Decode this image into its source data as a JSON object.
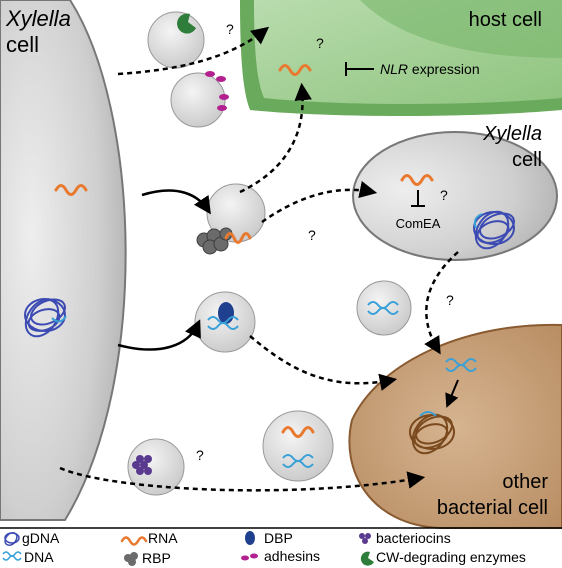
{
  "labels": {
    "xylella_left_italic": "Xylella",
    "xylella_left_cell": "cell",
    "host_cell": "host cell",
    "xylella_right_italic": "Xylella",
    "xylella_right_cell": "cell",
    "other_bacterial_line1": "other",
    "other_bacterial_line2": "bacterial cell",
    "nlr_italic": "NLR",
    "nlr_rest": " expression",
    "comea": "ComEA",
    "unknown_mark": "?"
  },
  "legend": {
    "gdna": "gDNA",
    "dna": "DNA",
    "rna": "RNA",
    "rbp": "RBP",
    "dbp": "DBP",
    "adhesins": "adhesins",
    "bacteriocins": "bacteriocins",
    "cw_enzymes": "CW-degrading enzymes"
  },
  "colors": {
    "xylella_fill": "#c4c4c4",
    "host_outer": "#6aaa5c",
    "host_inner": "#a9d19e",
    "other_bacterial": "#c89f7a",
    "rna": "#e8792e",
    "dna": "#3aa0d8",
    "gdna": "#3c4bb3",
    "dbp": "#1f3f8f",
    "adhesin": "#b3208f",
    "bacteriocin": "#5a3a8e",
    "cw_enzyme": "#2e7d3a",
    "rbp": "#6b6b6b"
  }
}
